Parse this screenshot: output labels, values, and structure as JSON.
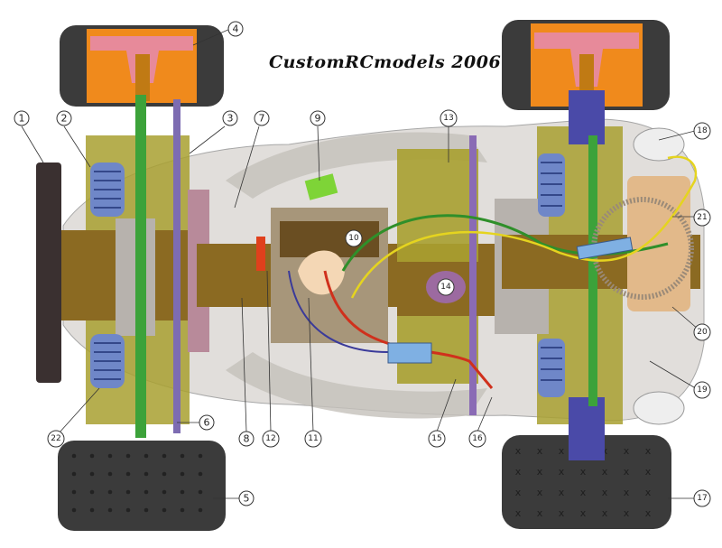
{
  "watermark": "CustomRCmodels  2006",
  "callouts": [
    "1",
    "2",
    "3",
    "4",
    "5",
    "6",
    "7",
    "8",
    "9",
    "10",
    "11",
    "12",
    "13",
    "14",
    "15",
    "16",
    "17",
    "18",
    "19",
    "20",
    "21",
    "22"
  ],
  "colors": {
    "chassis_olive": "#a8a030",
    "chassis_brown": "#8b6a22",
    "chassis_grey": "#b7b2ad",
    "body_shell": "#d7d4cf",
    "wheel_orange": "#f08a1c",
    "wheel_pink": "#e58ab0",
    "tire": "#3b3b3b",
    "spring_blue": "#6f87c8",
    "shaft_green": "#3ca23a",
    "shaft_blue": "#4a4aa8",
    "motor_tan": "#e2b98a",
    "wire_red": "#d0301c",
    "wire_green": "#2f8f2a",
    "wire_yellow": "#e5d41f",
    "connector_blue": "#7fb0e3",
    "battery_purple": "#9c6aa0"
  }
}
